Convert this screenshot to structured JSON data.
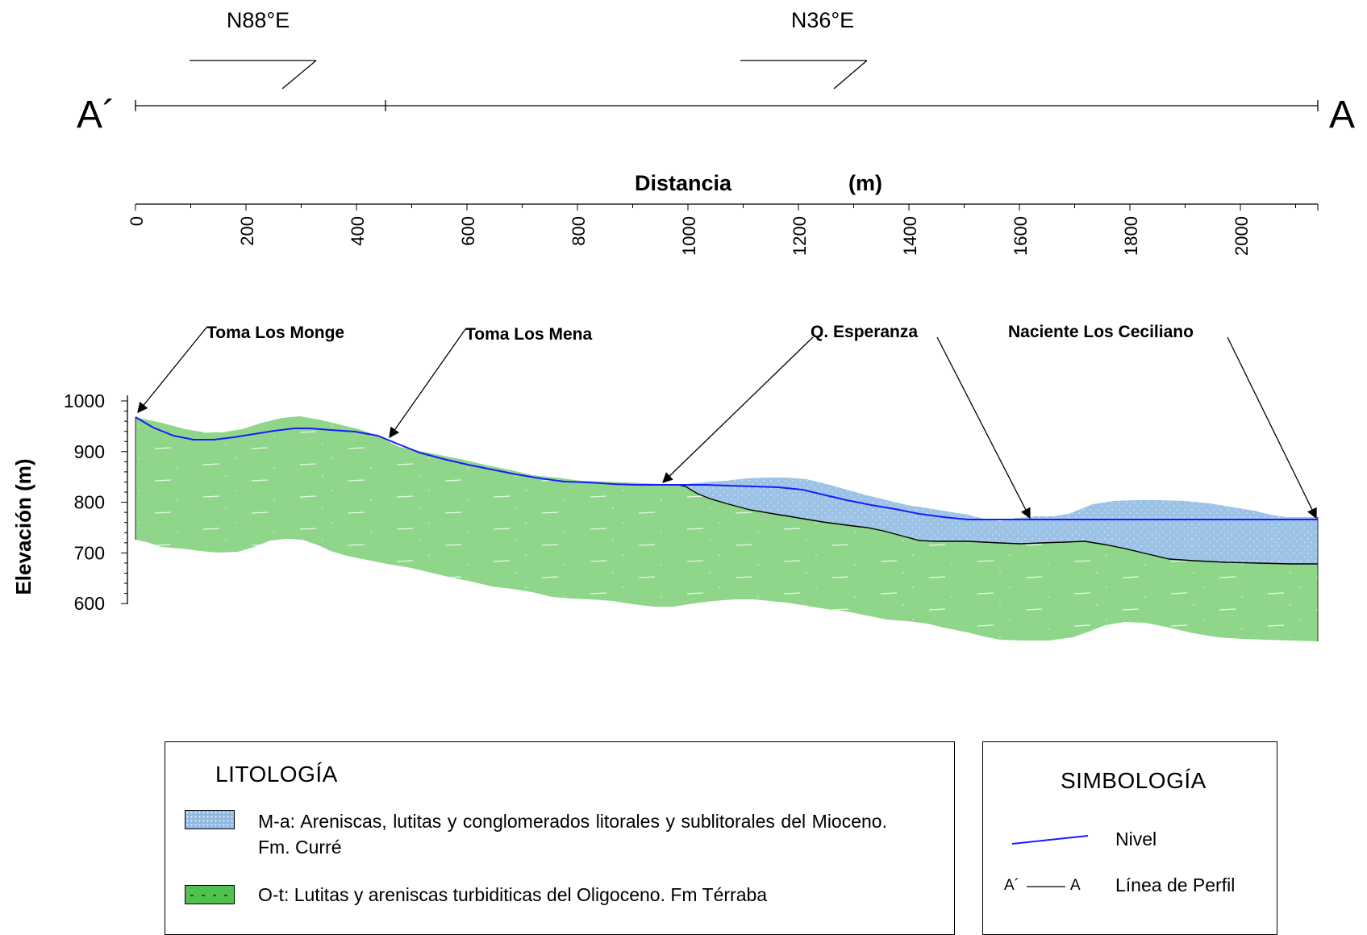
{
  "profile": {
    "strike_left": "N88°E",
    "strike_right": "N36°E",
    "end_left": "A´",
    "end_right": "A"
  },
  "axes": {
    "x_title_1": "Distancia",
    "x_title_2": "(m)",
    "x_ticks": [
      "0",
      "200",
      "400",
      "600",
      "800",
      "1000",
      "1200",
      "1400",
      "1600",
      "1800",
      "2000"
    ],
    "y_title": "Elevación (m)",
    "y_ticks": [
      "1000",
      "900",
      "800",
      "700",
      "600"
    ]
  },
  "annotations": [
    "Toma Los Monge",
    "Toma Los Mena",
    "Q. Esperanza",
    "Naciente Los Ceciliano"
  ],
  "colors": {
    "ma_fill": "#9cc3e6",
    "ot_fill": "#8fd68b",
    "nivel": "#1a1aff"
  },
  "legend": {
    "litologia_title": "LITOLOGÍA",
    "ma_text": "M-a: Areniscas, lutitas y conglomerados litorales y sublitorales del Mioceno. Fm. Curré",
    "ot_text": "O-t: Lutitas y areniscas turbiditicas del Oligoceno. Fm Térraba",
    "simbologia_title": "SIMBOLOGÍA",
    "nivel_label": "Nivel",
    "perfil_label": "Línea de Perfil",
    "perfil_symbol_left": "A´",
    "perfil_symbol_right": "A"
  }
}
